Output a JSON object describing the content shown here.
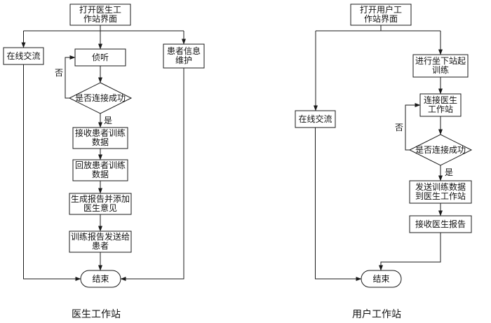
{
  "figure": {
    "background": "#ffffff",
    "line_color": "#1a1a1a",
    "doctor": {
      "caption": "医生工作站",
      "open_line1": "打开医生工",
      "open_line2": "作站界面",
      "online": "在线交流",
      "listen": "侦听",
      "patient_line1": "患者信息",
      "patient_line2": "维护",
      "decision": "是否连接成功",
      "no": "否",
      "yes": "是",
      "receive_line1": "接收患者训练",
      "receive_line2": "数据",
      "playback_line1": "回放患者训练",
      "playback_line2": "数据",
      "report_line1": "生成报告并添加",
      "report_line2": "医生意见",
      "send_line1": "训练报告发送给",
      "send_line2": "患者",
      "end": "结束"
    },
    "user": {
      "caption": "用户工作站",
      "open_line1": "打开用户工",
      "open_line2": "作站界面",
      "online": "在线交流",
      "train_line1": "进行坐下站起",
      "train_line2": "训练",
      "connect_line1": "连接医生",
      "connect_line2": "工作站",
      "decision": "是否连接成功",
      "no": "否",
      "yes": "是",
      "send_line1": "发送训练数据",
      "send_line2": "到医生工作站",
      "receive": "接收医生报告",
      "end": "结束"
    }
  }
}
